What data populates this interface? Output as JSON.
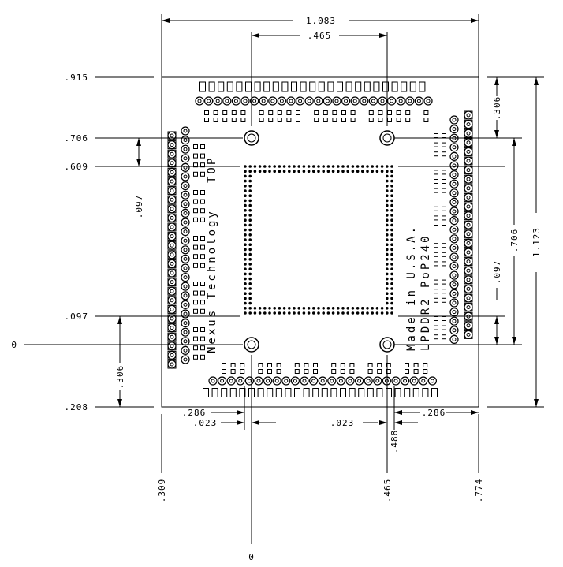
{
  "dimensions": {
    "overall_width": "1.083",
    "hole_spacing_x": ".465",
    "overall_height": "1.123",
    "top_edge": ".915",
    "hole_upper": ".706",
    "bga_top": ".609",
    "bga_bottom": ".097",
    "origin_y": "0",
    "bottom_edge": ".208",
    "left_gap_097": ".097",
    "left_306": ".306",
    "right_306": ".306",
    "right_706": ".706",
    "right_097": ".097",
    "bottom_286_left": ".286",
    "bottom_023_left": ".023",
    "bottom_023_right": ".023",
    "bottom_286_right": ".286",
    "bottom_488": ".488",
    "left_edge_x": ".309",
    "right_hole_x": ".465",
    "right_edge_x": ".774",
    "origin_x": "0"
  },
  "silkscreen": {
    "line1": "Nexus Technology",
    "line1_suffix": "TOP",
    "line2": "Made in U.S.A.",
    "line3": "LPDDR2 PoP240"
  }
}
